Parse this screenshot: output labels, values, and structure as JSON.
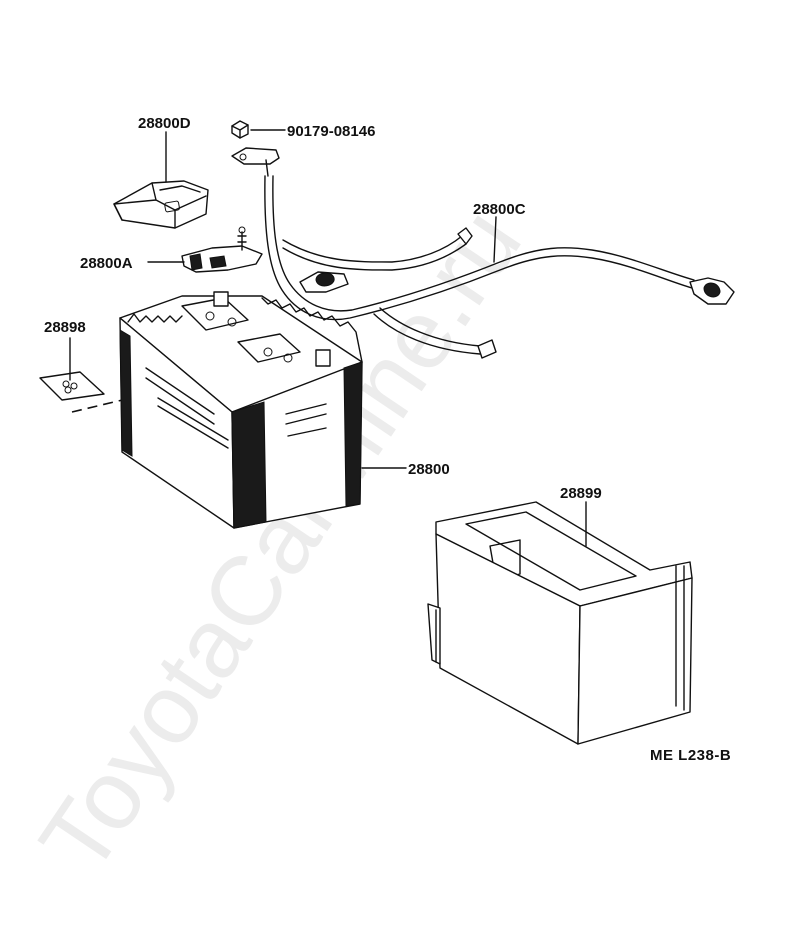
{
  "watermark": "ToyotaCarMine.ru",
  "reference_code": "ME L238-B",
  "parts": {
    "terminal_cover": "28800D",
    "nut": "90179-08146",
    "negative_cable": "28800C",
    "clamp": "28800A",
    "label_sheet": "28898",
    "battery": "28800",
    "battery_tray": "28899"
  }
}
